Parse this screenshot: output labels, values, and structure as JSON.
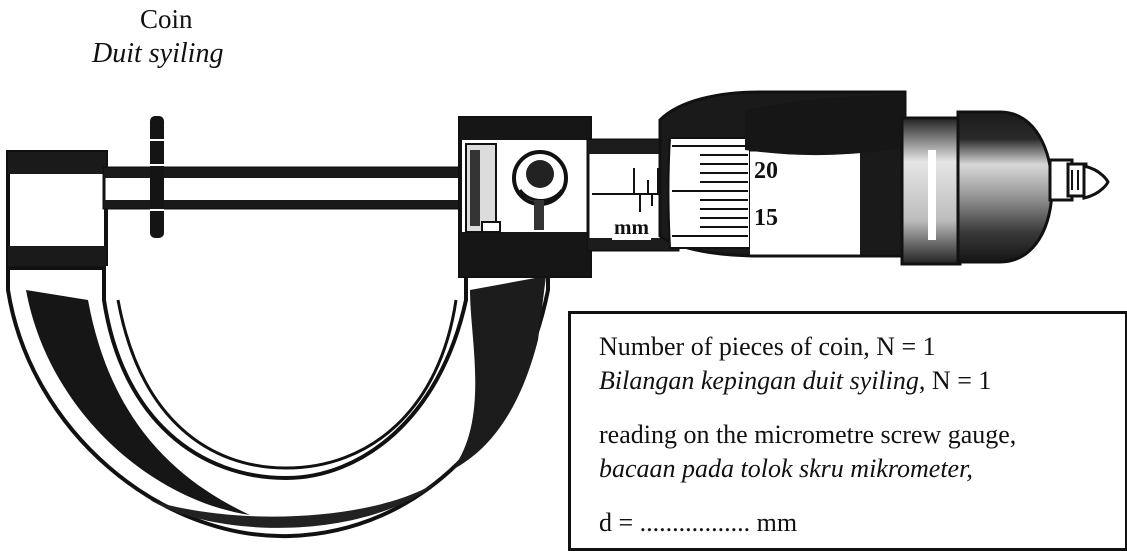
{
  "labels": {
    "coin": "Coin",
    "coin_ms": "Duit syiling",
    "scale_20": "20",
    "scale_15": "15",
    "unit_mm": "mm"
  },
  "info": {
    "line1": "Number of pieces of coin, N = 1",
    "line2_italic": "Bilangan kepingan duit syiling",
    "line2_rest": ", N = 1",
    "line3": "reading on the micrometre screw gauge,",
    "line4": "bacaan pada tolok skru mikrometer,",
    "line5": "d = ................. mm"
  },
  "colors": {
    "ink": "#111111",
    "paper": "#ffffff",
    "metal_mid": "#c8c8c8"
  }
}
